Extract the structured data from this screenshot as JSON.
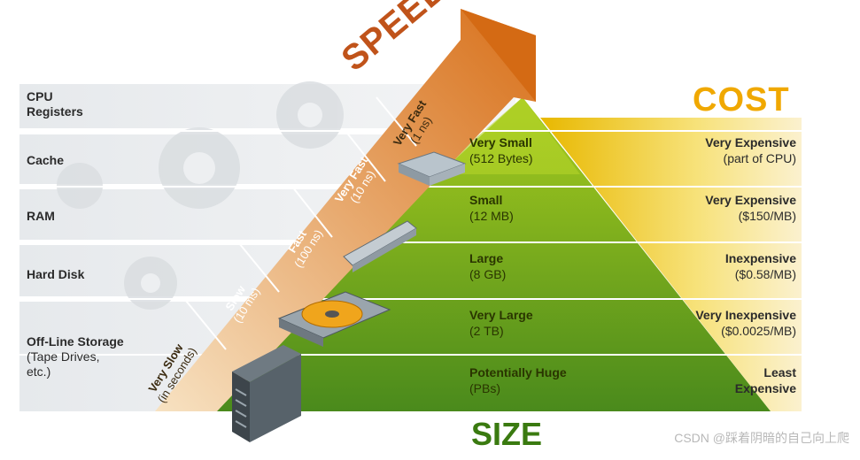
{
  "titles": {
    "speed": "SPEED",
    "cost": "COST",
    "size": "SIZE"
  },
  "levels": [
    {
      "left_label": "CPU",
      "left_label_2": "Registers",
      "speed": "Very Fast",
      "speed_sub": "(1 ns)",
      "size": "Very Small",
      "size_sub": "(512 Bytes)",
      "cost": "Very Expensive",
      "cost_sub": "(part of CPU)"
    },
    {
      "left_label": "Cache",
      "speed": "Very Fast",
      "speed_sub": "(10 ns)",
      "size": "Small",
      "size_sub": "(12 MB)",
      "cost": "Very Expensive",
      "cost_sub": "($150/MB)"
    },
    {
      "left_label": "RAM",
      "speed": "Fast",
      "speed_sub": "(100 ns)",
      "size": "Large",
      "size_sub": "(8 GB)",
      "cost": "Inexpensive",
      "cost_sub": "($0.58/MB)"
    },
    {
      "left_label": "Hard Disk",
      "speed": "Slow",
      "speed_sub": "(10 ms)",
      "size": "Very Large",
      "size_sub": "(2 TB)",
      "cost": "Very Inexpensive",
      "cost_sub": "($0.0025/MB)"
    },
    {
      "left_label": "Off-Line Storage",
      "left_sub": "(Tape Drives,",
      "left_sub_2": "etc.)",
      "speed": "Very Slow",
      "speed_sub": "(in seconds)",
      "size": "Potentially Huge",
      "size_sub": "(PBs)",
      "cost": "Least",
      "cost_sub": "Expensive"
    }
  ],
  "watermark": "CSDN @踩着阴暗的自己向上爬",
  "colors": {
    "pyramid_top": "#9cc41a",
    "pyramid_bottom": "#4f8d1c",
    "arrow_dark": "#d8751e",
    "arrow_light": "#f2c98c",
    "cost_band": "#f3bf1a",
    "left_band": "#dde2e6",
    "gear": "#e6e8ea"
  },
  "icons": [
    "cpu-chip-icon",
    "ram-module-icon",
    "hard-disk-icon",
    "server-tower-icon"
  ]
}
